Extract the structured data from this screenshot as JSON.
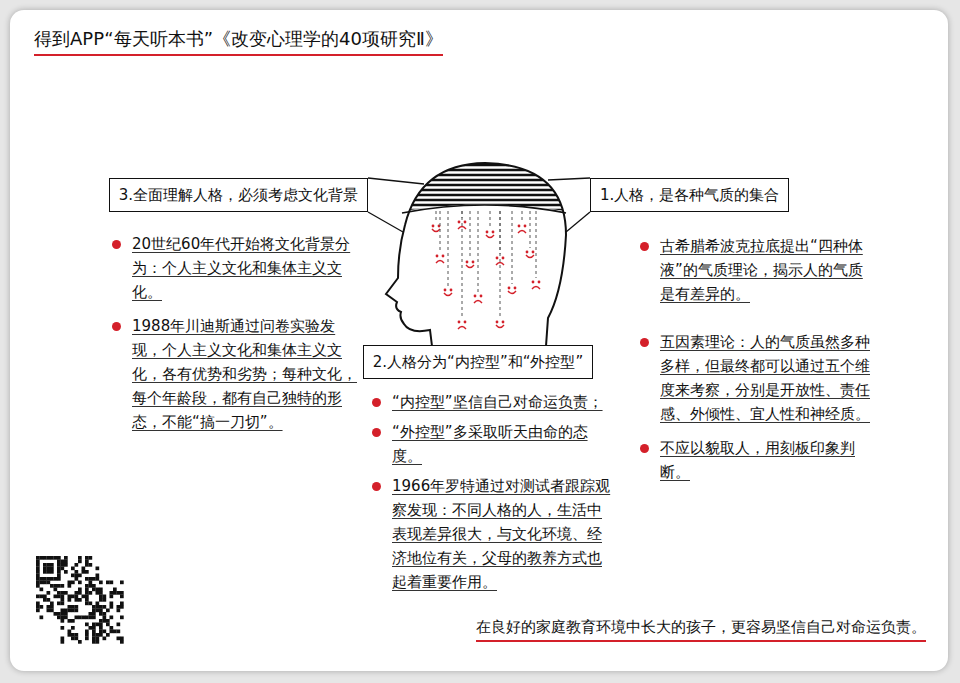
{
  "diagram": {
    "title": "得到APP“每天听本书”《改变心理学的40项研究Ⅱ》",
    "caption": "在良好的家庭教育环境中长大的孩子，更容易坚信自己对命运负责。",
    "nodes": [
      {
        "text": [
          "1.人格，是各种气质的集合"
        ]
      },
      {
        "text": [
          "2.人格分为“内控型”和“外控型”"
        ]
      },
      {
        "text": [
          "3.全面理解人格，必须考虑文化背景"
        ]
      }
    ],
    "labels": [
      "古希腊希波克拉底提出“四种体液”的气质理论，揭示人的气质是有差异的。",
      "五因素理论：人的气质虽然多种多样，但最终都可以通过五个维度来考察，分别是开放性、责任感、外倾性、宜人性和神经质。",
      "不应以貌取人，用刻板印象判断。",
      "“内控型”坚信自己对命运负责；",
      "“外控型”多采取听天由命的态度。",
      "1966年罗特通过对测试者跟踪观察发现：不同人格的人，生活中表现差异很大，与文化环境、经济地位有关，父母的教养方式也起着重要作用。",
      "20世纪60年代开始将文化背景分为：个人主义文化和集体主义文化。",
      "1988年川迪斯通过问卷实验发现，个人主义文化和集体主义文化，各有优势和劣势；每种文化，每个年龄段，都有自己独特的形态，不能“搞一刀切”。"
    ]
  }
}
